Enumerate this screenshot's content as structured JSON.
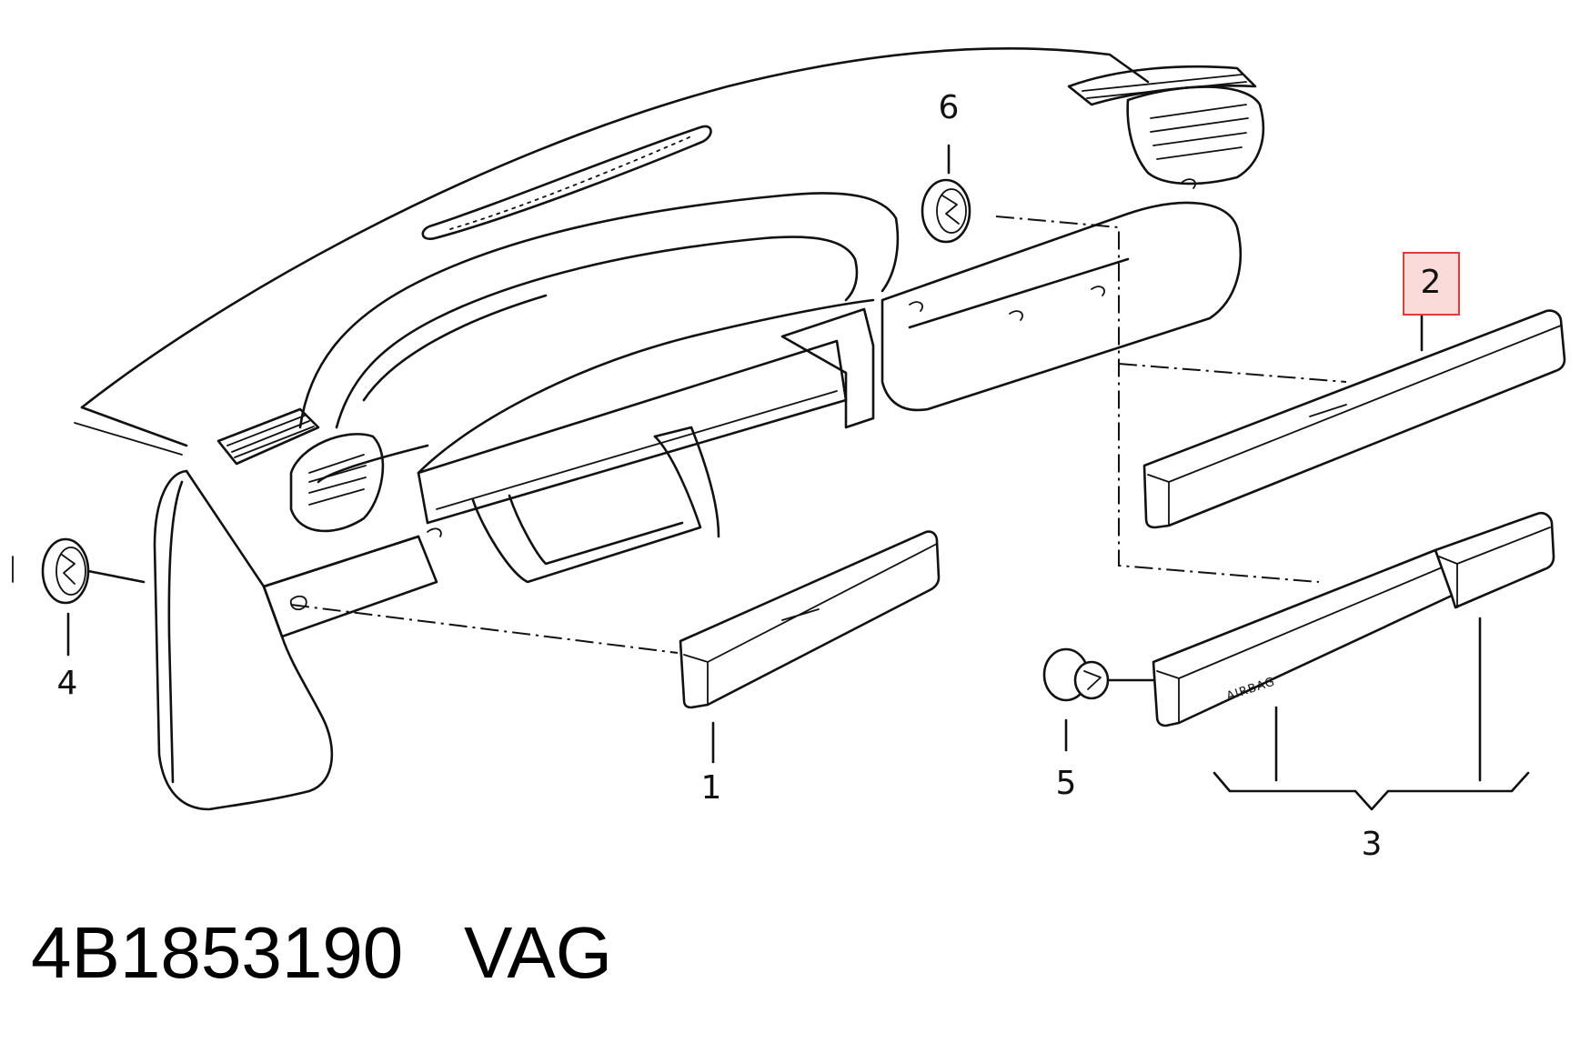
{
  "caption": "4B1853190   VAG",
  "highlight_color": "#e23b3b",
  "airbag_label": "AIRBAG",
  "callouts": [
    {
      "id": "1",
      "label": "1"
    },
    {
      "id": "2",
      "label": "2",
      "highlighted": true
    },
    {
      "id": "3",
      "label": "3"
    },
    {
      "id": "4",
      "label": "4"
    },
    {
      "id": "5",
      "label": "5"
    },
    {
      "id": "6",
      "label": "6"
    }
  ]
}
